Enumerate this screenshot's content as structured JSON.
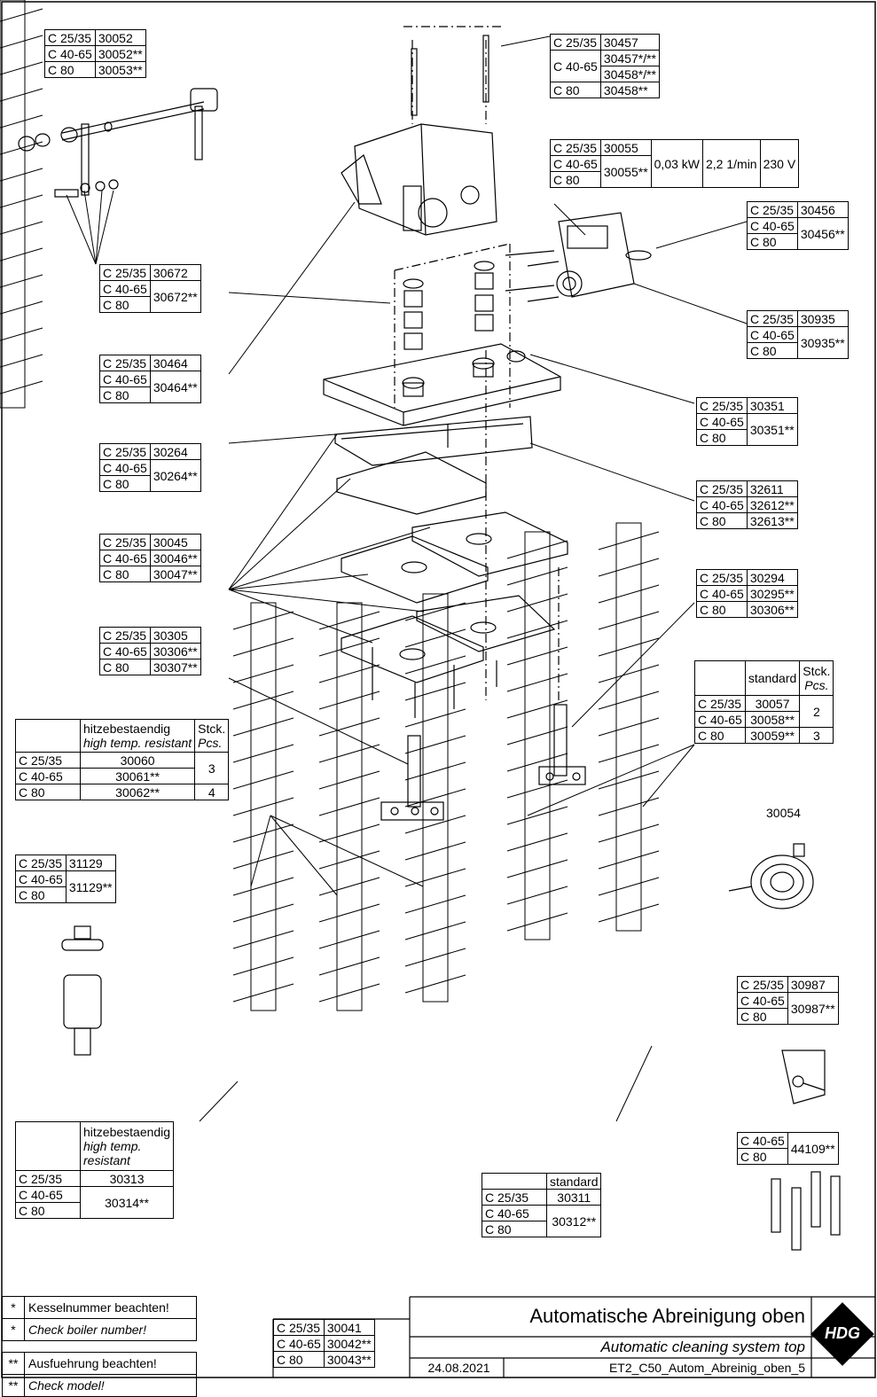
{
  "parts": {
    "t30052": {
      "rows": [
        [
          "C 25/35",
          "30052"
        ],
        [
          "C 40-65",
          "30052**"
        ],
        [
          "C 80",
          "30053**"
        ]
      ]
    },
    "t30457": {
      "r1": [
        "C 25/35",
        "30457"
      ],
      "r2a": [
        "C 40-65",
        "30457*/**"
      ],
      "r2b": "30458*/**",
      "r3": [
        "C 80",
        "30458**"
      ]
    },
    "t30055": {
      "r1": [
        "C 25/35",
        "30055"
      ],
      "r2": [
        "C 40-65",
        "30055**"
      ],
      "r3": "C 80",
      "power": "0,03 kW",
      "speed": "2,2 1/min",
      "voltage": "230 V"
    },
    "t30456": {
      "r1": [
        "C 25/35",
        "30456"
      ],
      "r2": "C 40-65",
      "r3": "C 80",
      "shared": "30456**"
    },
    "t30935": {
      "r1": [
        "C 25/35",
        "30935"
      ],
      "r2": "C 40-65",
      "r3": "C 80",
      "shared": "30935**"
    },
    "t30672": {
      "r1": [
        "C 25/35",
        "30672"
      ],
      "r2": "C 40-65",
      "r3": "C 80",
      "shared": "30672**"
    },
    "t30464": {
      "r1": [
        "C 25/35",
        "30464"
      ],
      "r2": "C 40-65",
      "r3": "C 80",
      "shared": "30464**"
    },
    "t30351": {
      "r1": [
        "C 25/35",
        "30351"
      ],
      "r2": "C 40-65",
      "r3": "C 80",
      "shared": "30351**"
    },
    "t30264": {
      "r1": [
        "C 25/35",
        "30264"
      ],
      "r2": "C 40-65",
      "r3": "C 80",
      "shared": "30264**"
    },
    "t32611": {
      "rows": [
        [
          "C 25/35",
          "32611"
        ],
        [
          "C 40-65",
          "32612**"
        ],
        [
          "C 80",
          "32613**"
        ]
      ]
    },
    "t30045": {
      "rows": [
        [
          "C 25/35",
          "30045"
        ],
        [
          "C 40-65",
          "30046**"
        ],
        [
          "C 80",
          "30047**"
        ]
      ]
    },
    "t30294": {
      "rows": [
        [
          "C 25/35",
          "30294"
        ],
        [
          "C 40-65",
          "30295**"
        ],
        [
          "C 80",
          "30306**"
        ]
      ]
    },
    "t30305": {
      "rows": [
        [
          "C 25/35",
          "30305"
        ],
        [
          "C 40-65",
          "30306**"
        ],
        [
          "C 80",
          "30307**"
        ]
      ]
    },
    "t30057": {
      "h_std": "standard",
      "h_pcs1": "Stck.",
      "h_pcs2": "Pcs.",
      "r1": [
        "C 25/35",
        "30057"
      ],
      "r2": [
        "C 40-65",
        "30058**"
      ],
      "r3": [
        "C 80",
        "30059**"
      ],
      "pcs_a": "2",
      "pcs_b": "3"
    },
    "t30060": {
      "h1": "hitzebestaendig",
      "h2": "high temp. resistant",
      "h_pcs1": "Stck.",
      "h_pcs2": "Pcs.",
      "r1": [
        "C 25/35",
        "30060"
      ],
      "r2": [
        "C 40-65",
        "30061**"
      ],
      "r3": [
        "C 80",
        "30062**"
      ],
      "pcs_a": "3",
      "pcs_b": "4"
    },
    "label_30054": "30054",
    "t31129": {
      "r1": [
        "C 25/35",
        "31129"
      ],
      "r2": "C 40-65",
      "r3": "C 80",
      "shared": "31129**"
    },
    "t30987": {
      "r1": [
        "C 25/35",
        "30987"
      ],
      "r2": "C 40-65",
      "r3": "C 80",
      "shared": "30987**"
    },
    "t44109": {
      "r1": "C 40-65",
      "r2": "C 80",
      "shared": "44109**"
    },
    "t30313": {
      "h1": "hitzebestaendig",
      "h2": "high temp.",
      "h3": "resistant",
      "r1": [
        "C 25/35",
        "30313"
      ],
      "r2": "C 40-65",
      "r3": "C 80",
      "shared": "30314**"
    },
    "t30311": {
      "h": "standard",
      "r1": [
        "C 25/35",
        "30311"
      ],
      "r2": "C 40-65",
      "r3": "C 80",
      "shared": "30312**"
    }
  },
  "notes": {
    "n1": {
      "mark": "*",
      "text": "Kesselnummer beachten!"
    },
    "n2": {
      "mark": "*",
      "text": "Check boiler number!"
    },
    "n3": {
      "mark": "**",
      "text": "Ausfuehrung beachten!"
    },
    "n4": {
      "mark": "**",
      "text": "Check model!"
    }
  },
  "titleblock": {
    "rows": [
      [
        "C 25/35",
        "30041"
      ],
      [
        "C 40-65",
        "30042**"
      ],
      [
        "C 80",
        "30043**"
      ]
    ],
    "title_de": "Automatische Abreinigung oben",
    "title_en": "Automatic cleaning system top",
    "date": "24.08.2021",
    "drawing_no": "ET2_C50_Autom_Abreinig_oben_5",
    "logo": "HDG"
  }
}
